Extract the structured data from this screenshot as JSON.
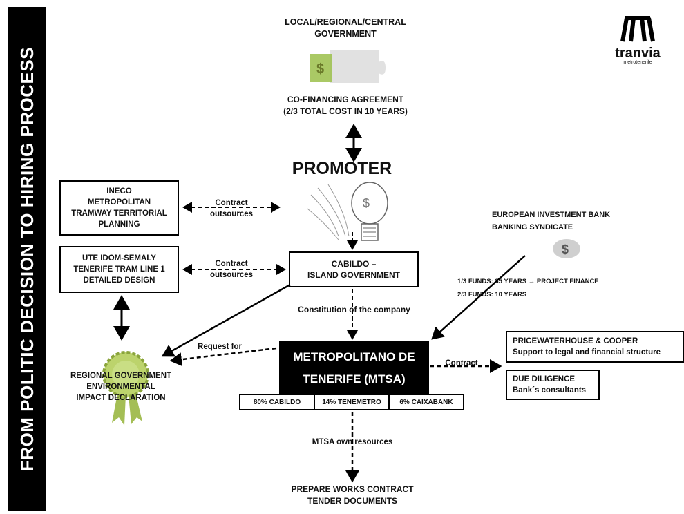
{
  "sidebar": {
    "title": "FROM POLITIC DECISION TO HIRING PROCESS"
  },
  "logo": {
    "brand": "tranvia",
    "sub": "metrotenerife"
  },
  "government": {
    "line1": "LOCAL/REGIONAL/CENTRAL",
    "line2": "GOVERNMENT"
  },
  "cofinancing": {
    "line1": "CO-FINANCING AGREEMENT",
    "line2": "(2/3 TOTAL COST IN 10 YEARS)"
  },
  "promoter": "PROMOTER",
  "ineco": {
    "line1": "INECO",
    "line2": "METROPOLITAN",
    "line3": "TRAMWAY TERRITORIAL",
    "line4": "PLANNING"
  },
  "ute": {
    "line1": "UTE IDOM-SEMALY",
    "line2": "TENERIFE TRAM LINE 1",
    "line3": "DETAILED DESIGN"
  },
  "contract_outsources_1": {
    "line1": "Contract",
    "line2": "outsources"
  },
  "contract_outsources_2": {
    "line1": "Contract",
    "line2": "outsources"
  },
  "cabildo": {
    "line1": "CABILDO –",
    "line2": "ISLAND GOVERNMENT"
  },
  "eib": {
    "line1": "EUROPEAN INVESTMENT BANK",
    "line2": "BANKING SYNDICATE"
  },
  "funds": {
    "line1": "1/3 FUNDS: 35 YEARS  → PROJECT FINANCE",
    "line2": "2/3 FUNDS: 10 YEARS"
  },
  "constitution": "Constitution of the company",
  "request_for": "Request for",
  "mtsa": {
    "line1": "METROPOLITANO DE",
    "line2": "TENERIFE (MTSA)"
  },
  "shares": [
    "80% CABILDO",
    "14% TENEMETRO",
    "6% CAIXABANK"
  ],
  "contract_label": "Contract",
  "pwc": {
    "line1": "PRICEWATERHOUSE & COOPER",
    "line2": "Support to legal and financial structure"
  },
  "due_diligence": {
    "line1": "DUE DILIGENCE",
    "line2": "Bank´s consultants"
  },
  "regional": {
    "line1": "REGIONAL GOVERNMENT",
    "line2": "ENVIRONMENTAL",
    "line3": "IMPACT DECLARATION"
  },
  "own_resources": "MTSA own resources",
  "tender": {
    "line1": "PREPARE WORKS CONTRACT",
    "line2": "TENDER DOCUMENTS"
  }
}
